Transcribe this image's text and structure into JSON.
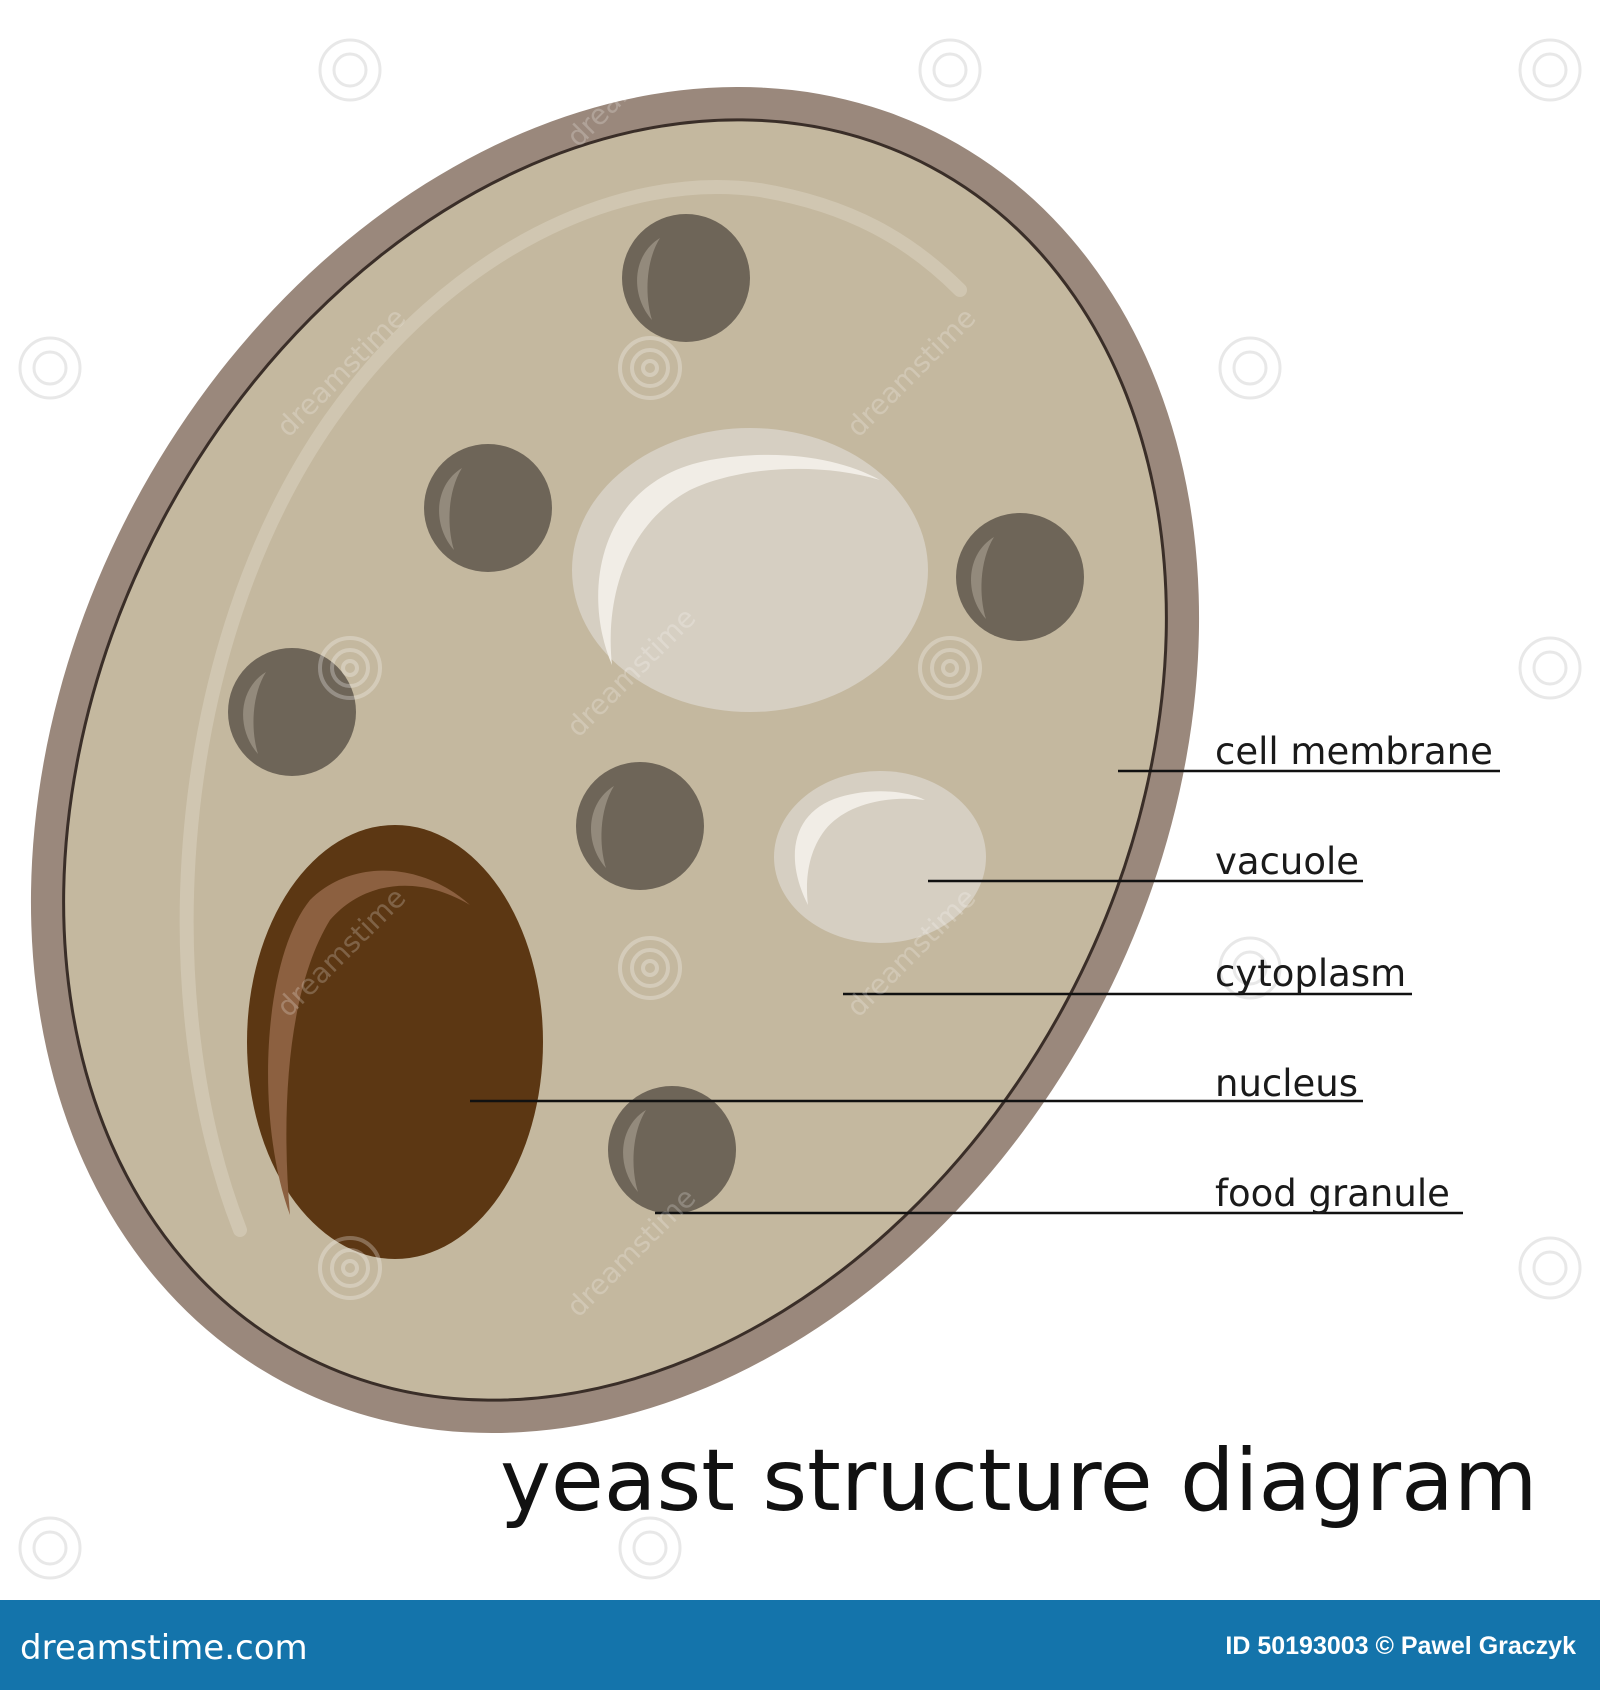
{
  "title": "yeast structure diagram",
  "labels": [
    {
      "id": "cell-membrane",
      "text": "cell membrane"
    },
    {
      "id": "vacuole",
      "text": "vacuole"
    },
    {
      "id": "cytoplasm",
      "text": "cytoplasm"
    },
    {
      "id": "nucleus",
      "text": "nucleus"
    },
    {
      "id": "food-granule",
      "text": "food granule"
    }
  ],
  "footer": {
    "logo": "dreamstime.com",
    "image_id": "ID 50193003 © Pawel Graczyk"
  },
  "watermark": "dreamstime",
  "colors": {
    "cell_wall": "#9a887c",
    "cytoplasm": "#c4b89f",
    "membrane_line": "#3a2e28",
    "granule": "#6e6558",
    "vacuole": "#d6cfc2",
    "nucleus": "#5c3713",
    "footer": "#1474ab"
  }
}
